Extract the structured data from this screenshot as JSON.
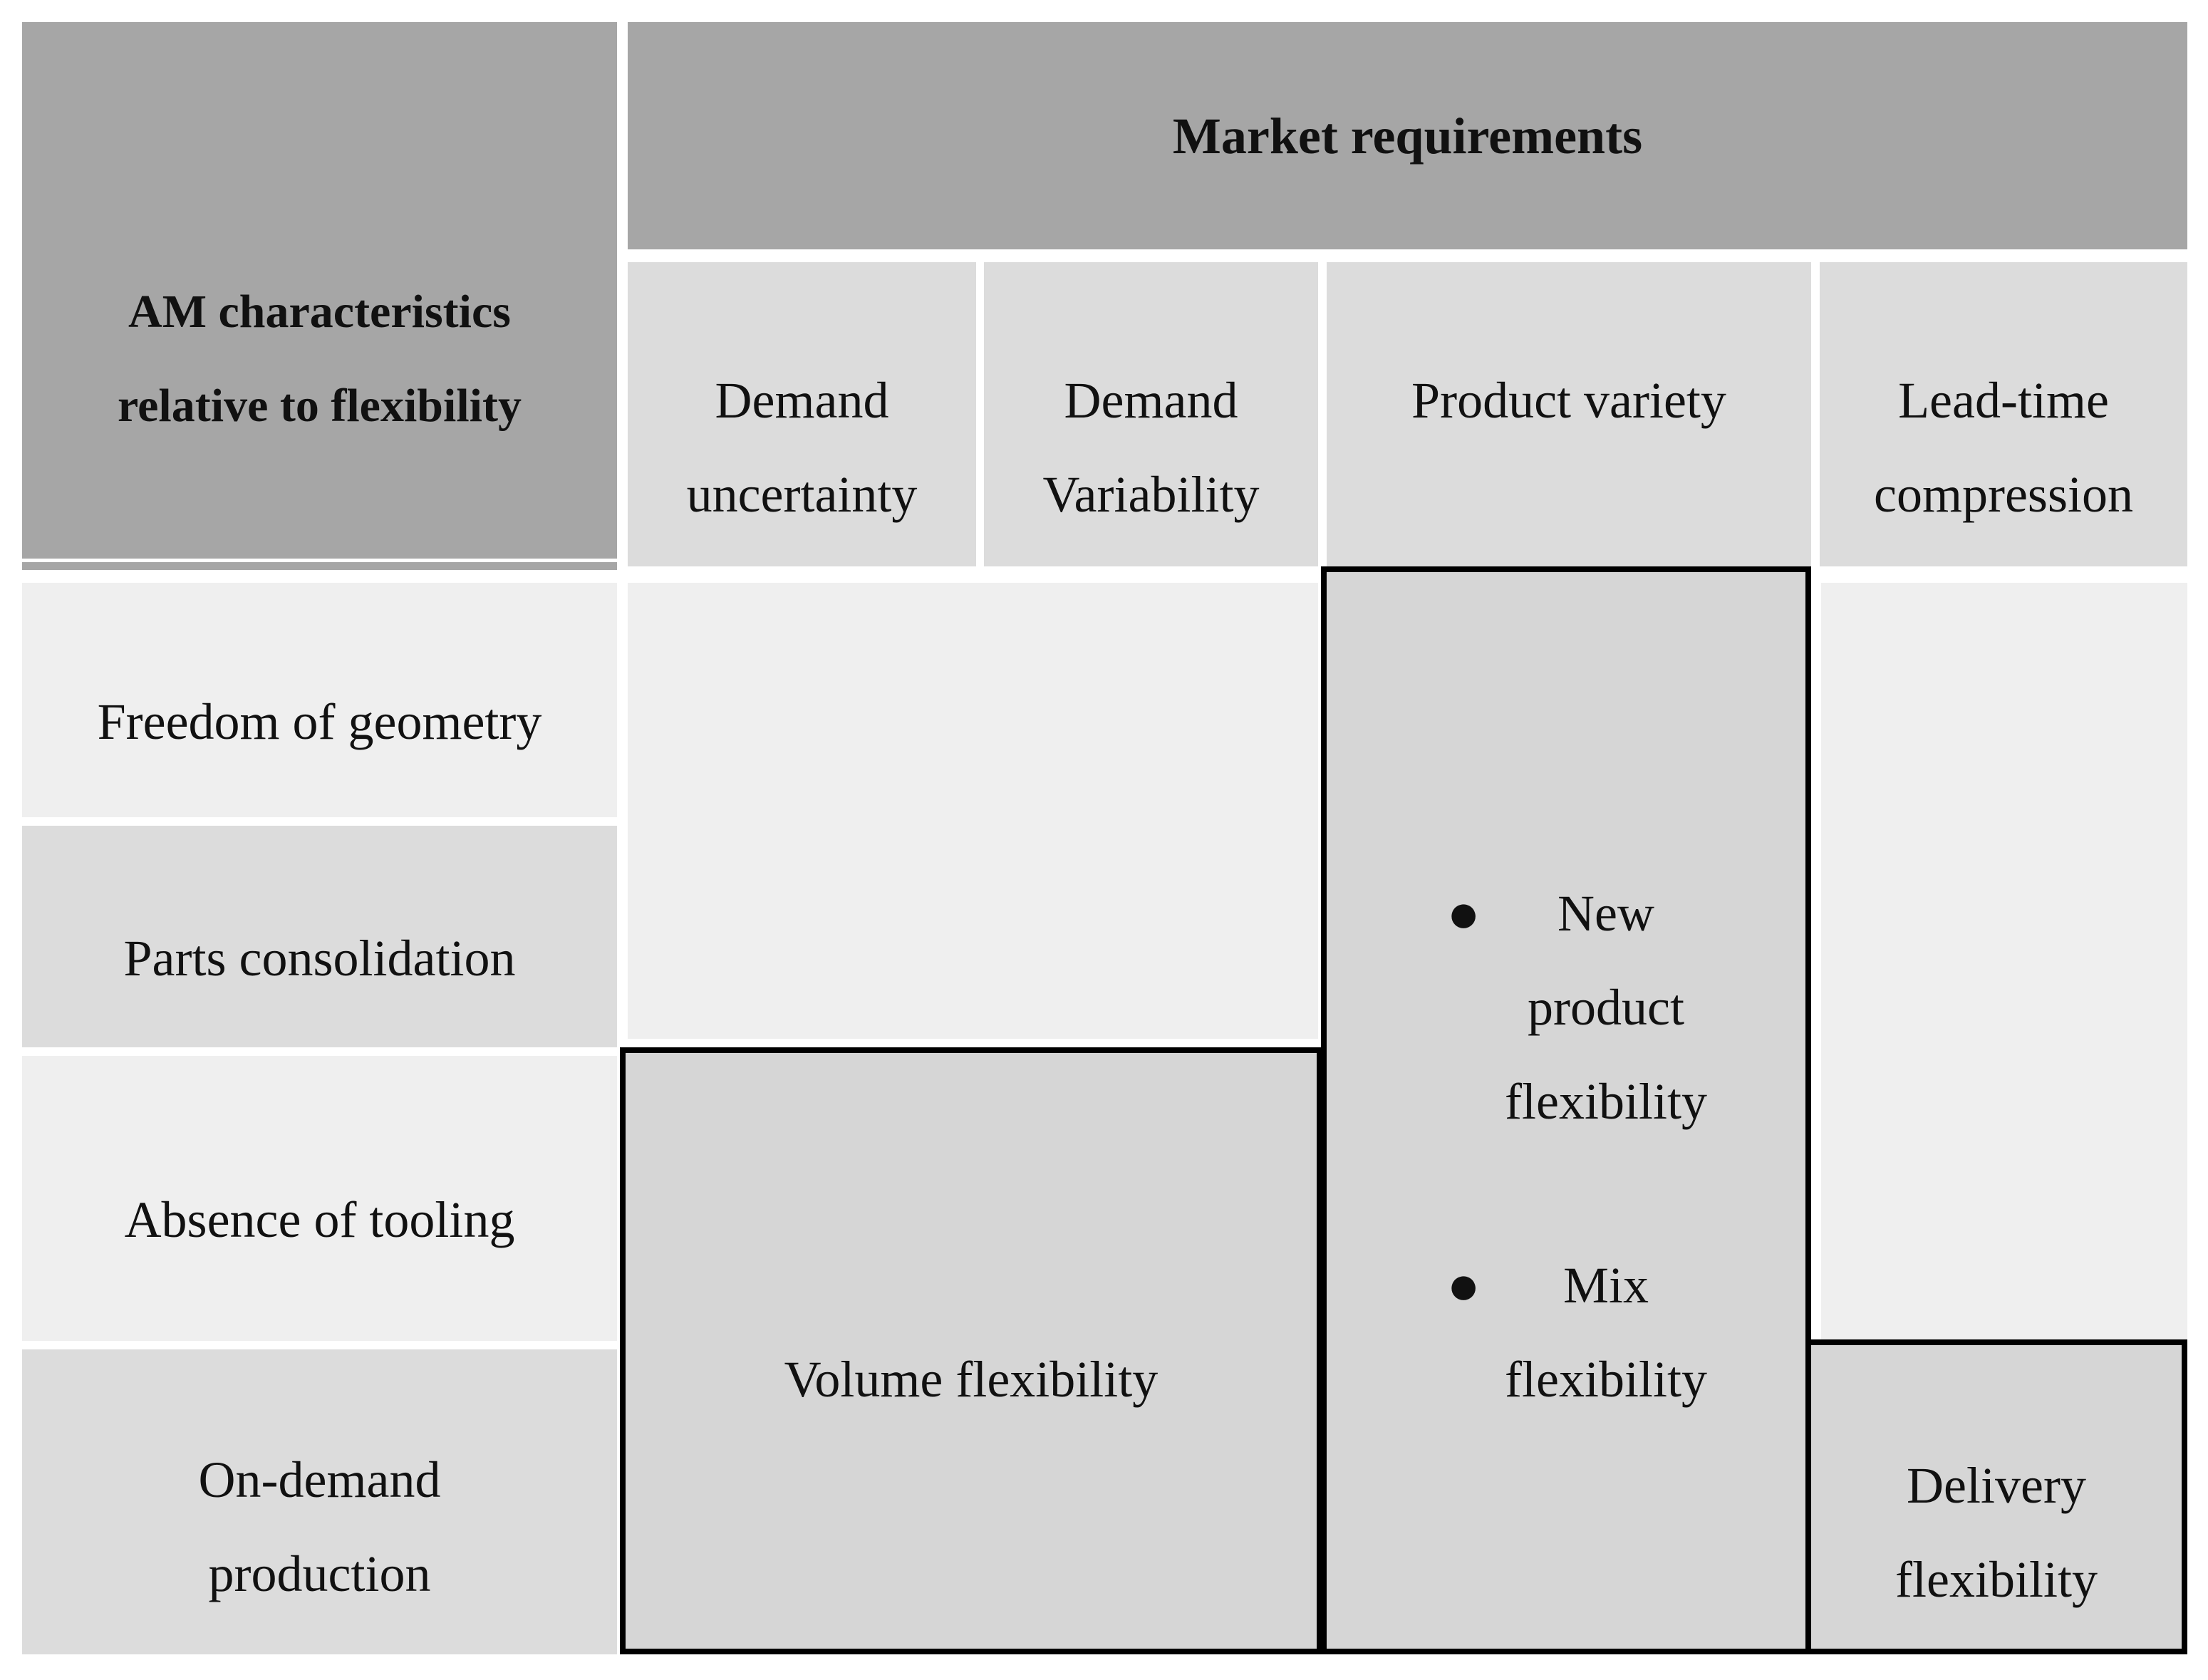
{
  "corner": {
    "line1": "AM characteristics",
    "line2": "relative to flexibility"
  },
  "market_header": "Market requirements",
  "columns": [
    {
      "line1": "Demand",
      "line2": "uncertainty"
    },
    {
      "line1": "Demand",
      "line2": "Variability"
    },
    {
      "line1": "Product variety",
      "line2": ""
    },
    {
      "line1": "Lead-time",
      "line2": "compression"
    }
  ],
  "rows": [
    {
      "line1": "Freedom of geometry",
      "line2": ""
    },
    {
      "line1": "Parts consolidation",
      "line2": ""
    },
    {
      "line1": "Absence of tooling",
      "line2": ""
    },
    {
      "line1": "On-demand",
      "line2": "production"
    }
  ],
  "merged_cells": {
    "volume": {
      "label": "Volume flexibility"
    },
    "product": {
      "bullets": [
        {
          "marker": "●",
          "line1": "New",
          "line2": "product",
          "line3": "flexibility"
        },
        {
          "marker": "●",
          "line1": "Mix",
          "line2": "flexibility",
          "line3": ""
        }
      ]
    },
    "delivery": {
      "line1": "Delivery",
      "line2": "flexibility"
    }
  },
  "colors": {
    "header_gray": "#a6a6a6",
    "mid_gray": "#dcdcdc",
    "cell_gray": "#d6d6d6",
    "light_gray": "#efefef",
    "border_black": "#000000",
    "background_white": "#ffffff"
  }
}
